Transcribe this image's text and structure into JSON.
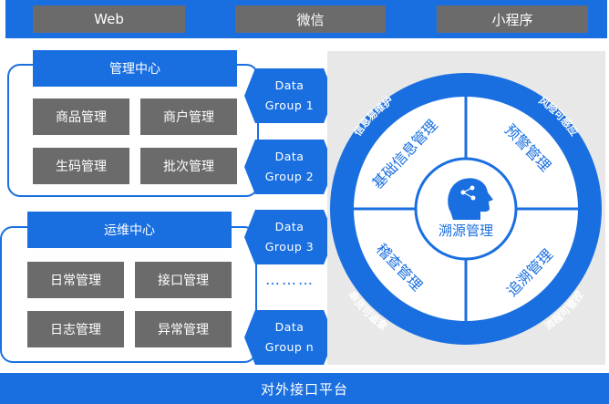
{
  "top_tabs": [
    "Web",
    "微信",
    "小程序"
  ],
  "bottom_bar": "对外接口平台",
  "management_center": {
    "title": "管理中心",
    "buttons": [
      "商品管理",
      "商户管理",
      "生码管理",
      "批次管理"
    ]
  },
  "ops_center": {
    "title": "运维中心",
    "buttons": [
      "日常管理",
      "接口管理",
      "日志管理",
      "异常管理"
    ]
  },
  "data_nodes": [
    {
      "line1": "Data",
      "line2": "Group 1"
    },
    {
      "line1": "Data",
      "line2": "Group 2"
    },
    {
      "line1": "Data",
      "line2": "Group 3"
    },
    {
      "line1": "Data",
      "line2": "Group n"
    }
  ],
  "data_ellipsis": "………",
  "circle": {
    "center": "溯源管理",
    "quadrants": [
      "基础信息管理",
      "预警管理",
      "稽查管理",
      "追溯管理"
    ],
    "outer_labels": [
      "信息易维护",
      "风险可感应",
      "串货可追查",
      "流程可管控"
    ]
  },
  "colors": {
    "accent": "#1a6fe0",
    "button": "#6b6b6b",
    "panel": "#e8e8e8"
  }
}
